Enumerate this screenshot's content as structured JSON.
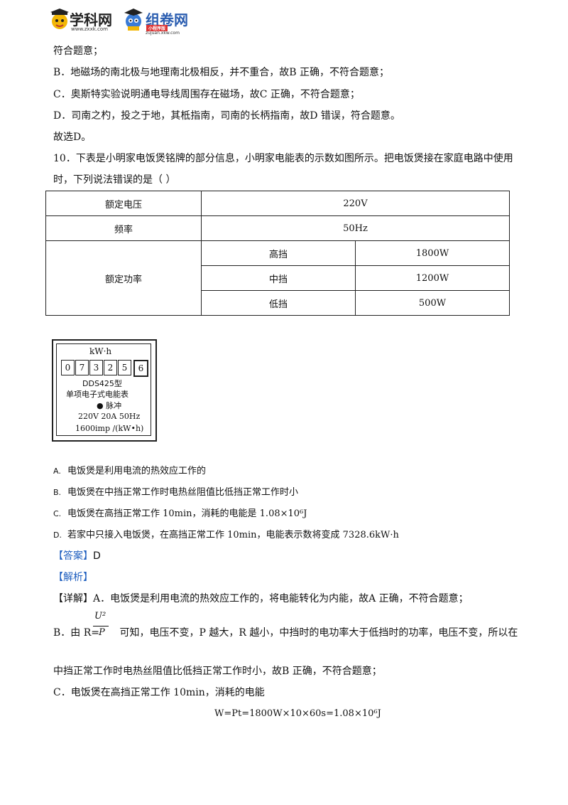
{
  "header": {
    "logo1": {
      "name": "学科网",
      "url": "www.zxxk.com"
    },
    "logo2": {
      "name": "组卷网",
      "url": "zujuan.xkw.com",
      "sub": "小程序版"
    }
  },
  "prev": {
    "line1": "符合题意；",
    "lineB": "B．地磁场的南北极与地理南北极相反，并不重合，故B 正确，不符合题意；",
    "lineC": "C．奥斯特实验说明通电导线周围存在磁场，故C 正确，不符合题意；",
    "lineD": "D．司南之杓，投之于地，其柢指南，司南的长柄指南，故D 错误，符合题意。",
    "lineE": "故选D。"
  },
  "question": {
    "line1": "10．下表是小明家电饭煲铭牌的部分信息，小明家电能表的示数如图所示。把电饭煲接在家庭电路中使用",
    "line2": "时，下列说法错误的是（        ）"
  },
  "table": {
    "voltage_label": "额定电压",
    "voltage_value": "220V",
    "freq_label": "频率",
    "freq_value": "50Hz",
    "power_label": "额定功率",
    "rows": [
      {
        "gear": "高挡",
        "power": "1800W"
      },
      {
        "gear": "中挡",
        "power": "1200W"
      },
      {
        "gear": "低挡",
        "power": "500W"
      }
    ]
  },
  "meter": {
    "unit": "kW·h",
    "digits": [
      "0",
      "7",
      "3",
      "2",
      "5",
      "6"
    ],
    "model": "DDS425型",
    "type": "单项电子式电能表",
    "pulse": "● 脉冲",
    "spec": "220V  20A  50Hz",
    "imp": "1600imp /(kW•h)"
  },
  "options": [
    {
      "label": "A.",
      "text": "电饭煲是利用电流的热效应工作的"
    },
    {
      "label": "B.",
      "text": "电饭煲在中挡正常工作时电热丝阻值比低挡正常工作时小"
    },
    {
      "label": "C.",
      "text": "电饭煲在高挡正常工作 10min，消耗的电能是 1.08×10⁶J"
    },
    {
      "label": "D.",
      "text": "若家中只接入电饭煲，在高挡正常工作 10min，电能表示数将变成 7328.6kW·h"
    }
  ],
  "answer": {
    "tag": "【答案】",
    "value": "D"
  },
  "analysis": {
    "tag": "【解析】"
  },
  "detail": {
    "tag": "【详解】",
    "lineA": "A．电饭煲是利用电流的热效应工作的，将电能转化为内能，故A 正确，不符合题意；",
    "lineB_prefix": "B．由 R=",
    "frac_num": "U²",
    "frac_den": "P",
    "lineB_rest": " 可知，电压不变，P 越大，R 越小，中挡时的电功率大于低挡时的功率，电压不变，所以在",
    "lineB2": "中挡正常工作时电热丝阻值比低挡正常工作时小，故B 正确，不符合题意；",
    "lineC": "C．电饭煲在高挡正常工作 10min，消耗的电能",
    "formula": "W=Pt=1800W×10×60s=1.08×10⁶J"
  }
}
